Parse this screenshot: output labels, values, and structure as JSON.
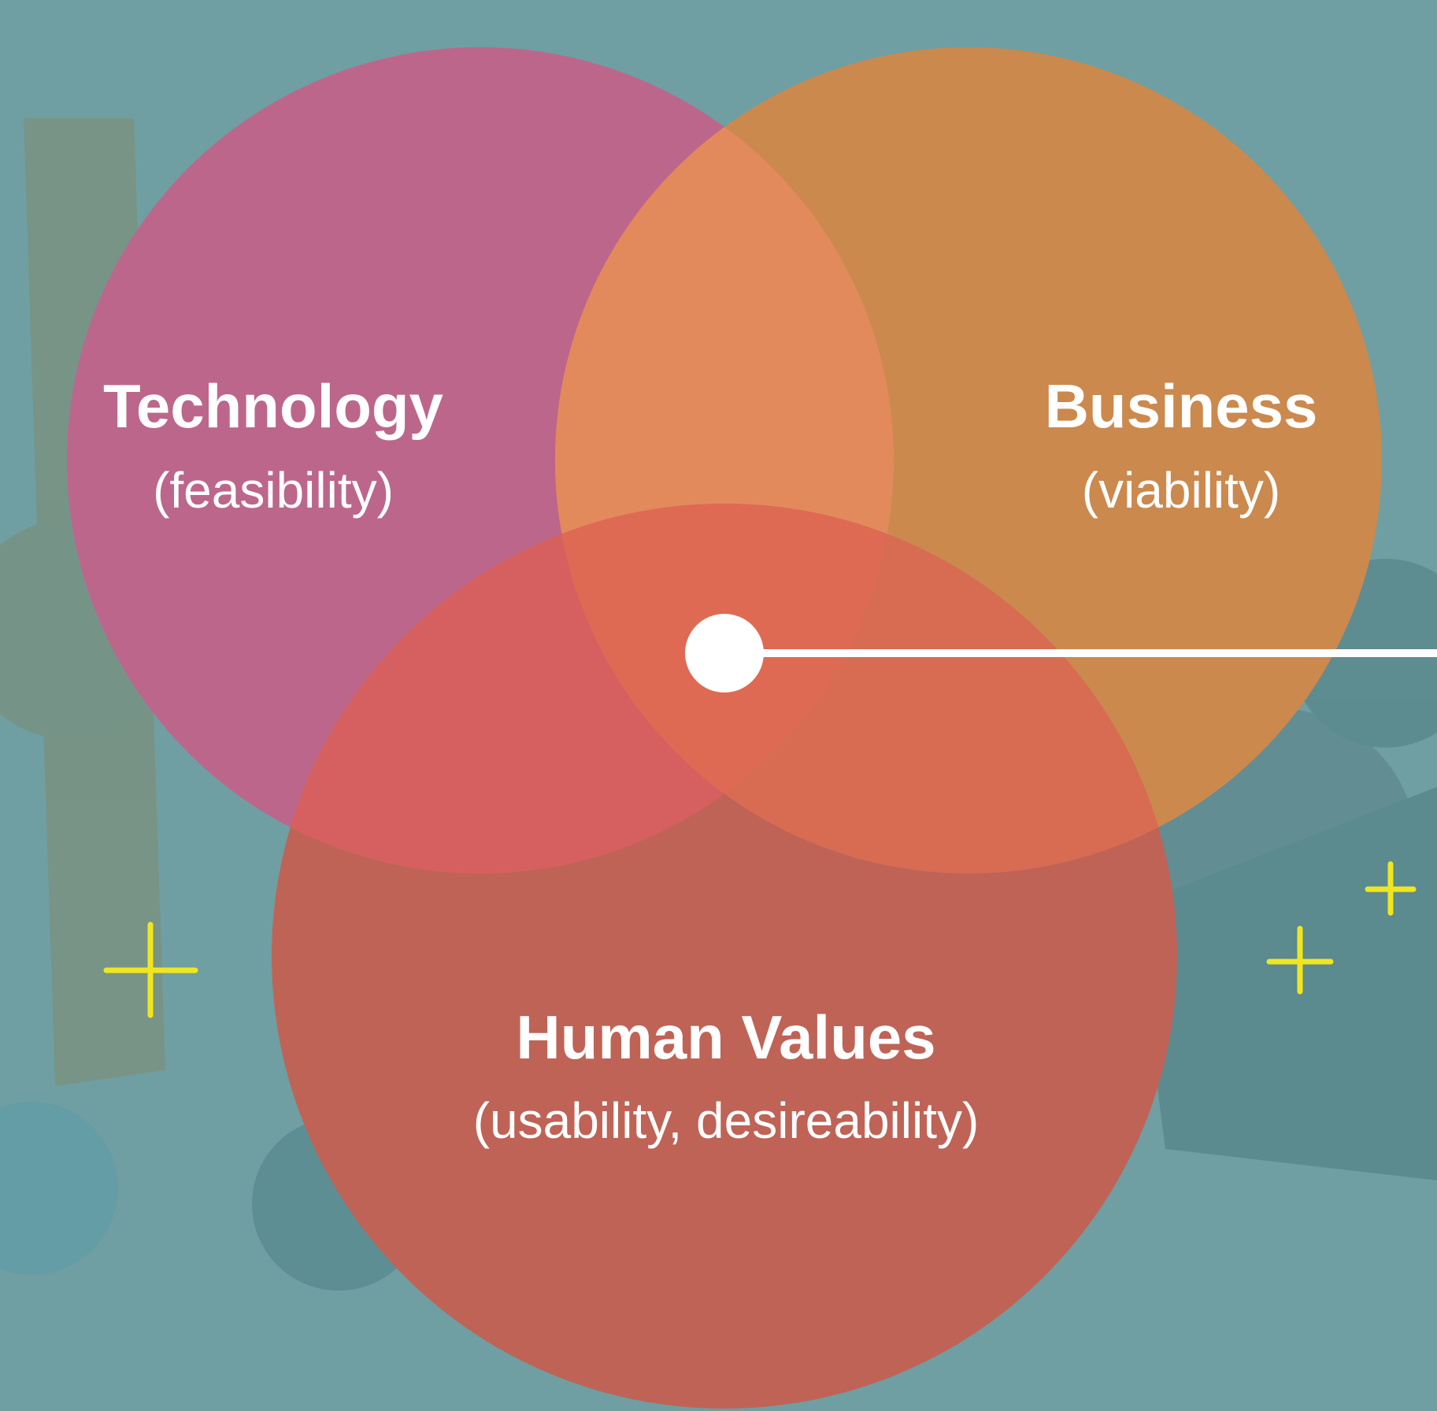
{
  "colors": {
    "background": "#6f9fa2",
    "technology": "#bd668c",
    "business": "#cb894e",
    "human_values": "#bf6357",
    "overlap_tech_business": "#e28a5c",
    "overlap_tech_human": "#d66060",
    "overlap_business_human": "#d86c52",
    "overlap_all": "#df6a53",
    "marker": "#ffffff",
    "sparkle": "#f0e61f",
    "text": "#ffffff"
  },
  "circles": [
    {
      "id": "technology",
      "title": "Technology",
      "subtitle": "(feasibility)"
    },
    {
      "id": "business",
      "title": "Business",
      "subtitle": "(viability)"
    },
    {
      "id": "human_values",
      "title": "Human Values",
      "subtitle": "(usability, desireability)"
    }
  ],
  "decorations": {
    "sparkle_icon": "plus-sparkle-icon",
    "pointer_icon": "center-pointer-icon"
  }
}
